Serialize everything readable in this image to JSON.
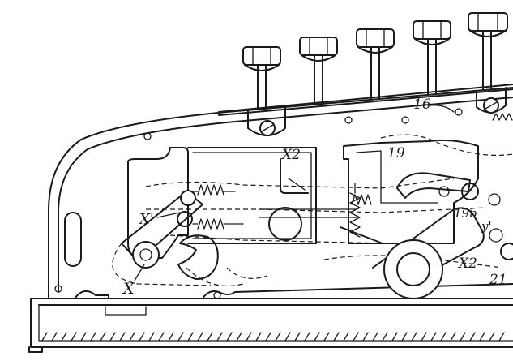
{
  "labels": {
    "ref_16": "16",
    "ref_19": "19",
    "ref_19b": "19b",
    "ref_X2_top": "X2",
    "ref_X1": "X'",
    "ref_X": "X",
    "ref_X2_right": "X2",
    "ref_21": "21",
    "ref_y1": "y'"
  },
  "colors": {
    "ink": "#1a1a1a",
    "paper": "#ffffff"
  }
}
